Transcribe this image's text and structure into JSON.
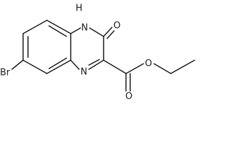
{
  "diagram": {
    "kind": "chemical-structure",
    "atom_labels": {
      "nh": "H",
      "n_top": "N",
      "oxo": "O",
      "n_bottom": "N",
      "bromo": "Br",
      "carbonyl_o": "O",
      "ester_o": "O"
    }
  }
}
